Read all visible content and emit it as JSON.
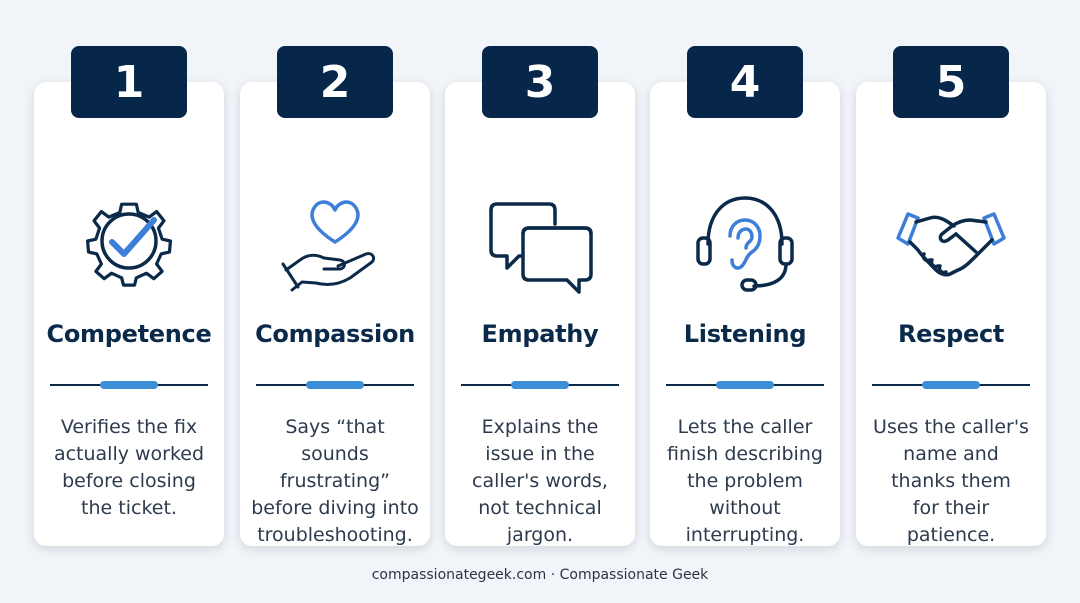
{
  "colors": {
    "navy": "#062749",
    "accent_blue": "#3d8fd8",
    "background": "#f1f4f8",
    "card": "#ffffff"
  },
  "cards": [
    {
      "number": "1",
      "title": "Competence",
      "icon": "gear-checkmark-icon",
      "lines": [
        "Verifies the fix",
        "actually worked",
        "before closing",
        "the ticket."
      ]
    },
    {
      "number": "2",
      "title": "Compassion",
      "icon": "heart-in-hand-icon",
      "lines": [
        "Says “that",
        "sounds",
        "frustrating”",
        "before diving into",
        "troubleshooting."
      ]
    },
    {
      "number": "3",
      "title": "Empathy",
      "icon": "speech-bubbles-icon",
      "lines": [
        "Explains the",
        "issue in the",
        "caller's words,",
        "not technical",
        "jargon."
      ]
    },
    {
      "number": "4",
      "title": "Listening",
      "icon": "headset-ear-icon",
      "lines": [
        "Lets the caller",
        "finish describing",
        "the problem",
        "without",
        "interrupting."
      ]
    },
    {
      "number": "5",
      "title": "Respect",
      "icon": "handshake-icon",
      "lines": [
        "Uses the caller's",
        "name and",
        "thanks them",
        "for their",
        "patience."
      ]
    }
  ],
  "footer": {
    "text": "compassionategeek.com · Compassionate Geek"
  }
}
